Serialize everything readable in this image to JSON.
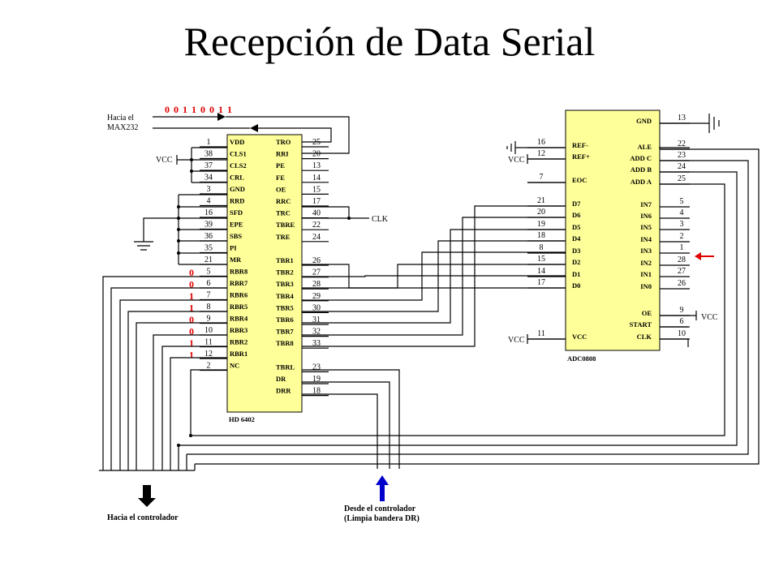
{
  "title": "Recepción de Data Serial",
  "colors": {
    "chip": "#ffff99",
    "bits": "#e00000",
    "arrow_red": "#e00000",
    "arrow_blue": "#0000cc"
  },
  "serial_bits": "0 0 1 1 0 0 1 1",
  "labels": {
    "hacia_line1": "Hacia el",
    "hacia_line2": "MAX232",
    "vcc": "VCC",
    "clk": "CLK",
    "hd_name": "HD 6402",
    "adc_name": "ADC0808",
    "out_label": "Hacia el controlador",
    "in_label1": "Desde el controlador",
    "in_label2": "(Limpia bandera DR)"
  },
  "rbr_bits": [
    "0",
    "0",
    "1",
    "1",
    "0",
    "0",
    "1",
    "1"
  ],
  "hd6402": {
    "left_pins": [
      {
        "num": "1",
        "name": "VDD"
      },
      {
        "num": "38",
        "name": "CLS1"
      },
      {
        "num": "37",
        "name": "CLS2"
      },
      {
        "num": "34",
        "name": "CRL"
      },
      {
        "num": "3",
        "name": "GND"
      },
      {
        "num": "4",
        "name": "RRD"
      },
      {
        "num": "16",
        "name": "SFD"
      },
      {
        "num": "39",
        "name": "EPE"
      },
      {
        "num": "36",
        "name": "SBS"
      },
      {
        "num": "35",
        "name": "PI"
      },
      {
        "num": "21",
        "name": "MR"
      },
      {
        "num": "5",
        "name": "RBR8"
      },
      {
        "num": "6",
        "name": "RBR7"
      },
      {
        "num": "7",
        "name": "RBR6"
      },
      {
        "num": "8",
        "name": "RBR5"
      },
      {
        "num": "9",
        "name": "RBR4"
      },
      {
        "num": "10",
        "name": "RBR3"
      },
      {
        "num": "11",
        "name": "RBR2"
      },
      {
        "num": "12",
        "name": "RBR1"
      },
      {
        "num": "2",
        "name": "NC"
      }
    ],
    "right_pins": [
      {
        "num": "25",
        "name": "TRO"
      },
      {
        "num": "20",
        "name": "RRI"
      },
      {
        "num": "13",
        "name": "PE"
      },
      {
        "num": "14",
        "name": "FE"
      },
      {
        "num": "15",
        "name": "OE"
      },
      {
        "num": "17",
        "name": "RRC"
      },
      {
        "num": "40",
        "name": "TRC"
      },
      {
        "num": "22",
        "name": "TBRE"
      },
      {
        "num": "24",
        "name": "TRE"
      },
      {
        "num": "",
        "name": ""
      },
      {
        "num": "26",
        "name": "TBR1"
      },
      {
        "num": "27",
        "name": "TBR2"
      },
      {
        "num": "28",
        "name": "TBR3"
      },
      {
        "num": "29",
        "name": "TBR4"
      },
      {
        "num": "30",
        "name": "TBR5"
      },
      {
        "num": "31",
        "name": "TBR6"
      },
      {
        "num": "32",
        "name": "TBR7"
      },
      {
        "num": "33",
        "name": "TBR8"
      },
      {
        "num": "",
        "name": ""
      },
      {
        "num": "23",
        "name": "TBRL"
      },
      {
        "num": "19",
        "name": "DR"
      },
      {
        "num": "18",
        "name": "DRR"
      }
    ]
  },
  "adc0808": {
    "left_pins": [
      {
        "num": "16",
        "name": "REF-"
      },
      {
        "num": "12",
        "name": "REF+"
      },
      {
        "num": "7",
        "name": "EOC"
      },
      {
        "num": "21",
        "name": "D7"
      },
      {
        "num": "20",
        "name": "D6"
      },
      {
        "num": "19",
        "name": "D5"
      },
      {
        "num": "18",
        "name": "D4"
      },
      {
        "num": "8",
        "name": "D3"
      },
      {
        "num": "15",
        "name": "D2"
      },
      {
        "num": "14",
        "name": "D1"
      },
      {
        "num": "17",
        "name": "D0"
      },
      {
        "num": "11",
        "name": "VCC"
      }
    ],
    "right_pins": [
      {
        "num": "13",
        "name": "GND"
      },
      {
        "num": "22",
        "name": "ALE"
      },
      {
        "num": "23",
        "name": "ADD C"
      },
      {
        "num": "24",
        "name": "ADD B"
      },
      {
        "num": "25",
        "name": "ADD A"
      },
      {
        "num": "5",
        "name": "IN7"
      },
      {
        "num": "4",
        "name": "IN6"
      },
      {
        "num": "3",
        "name": "IN5"
      },
      {
        "num": "2",
        "name": "IN4"
      },
      {
        "num": "1",
        "name": "IN3"
      },
      {
        "num": "28",
        "name": "IN2"
      },
      {
        "num": "27",
        "name": "IN1"
      },
      {
        "num": "26",
        "name": "IN0"
      },
      {
        "num": "9",
        "name": "OE"
      },
      {
        "num": "6",
        "name": "START"
      },
      {
        "num": "10",
        "name": "CLK"
      }
    ]
  }
}
